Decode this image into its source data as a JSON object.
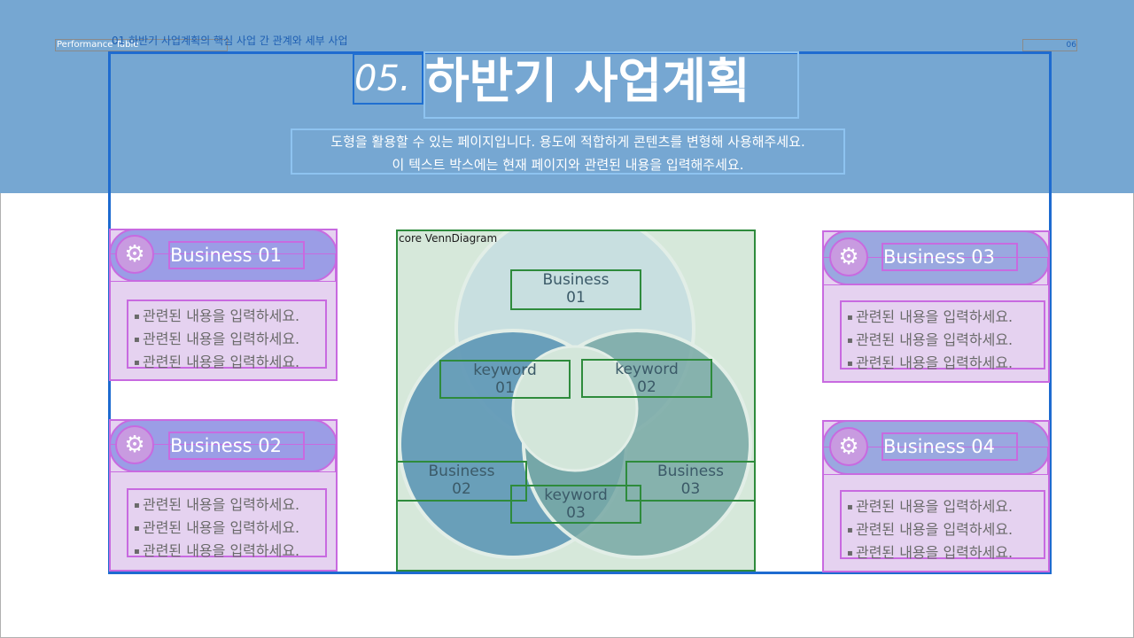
{
  "header": {
    "small_tab": "Performance Table",
    "top_title": "01 하반기 사업계획의 핵심 사업 간 관계와 세부 사업",
    "page_number": "06",
    "section_number": "05.",
    "section_title": "하반기 사업계획",
    "description_line1": "도형을 활용할 수 있는 페이지입니다. 용도에 적합하게 콘텐츠를 변형해 사용해주세요.",
    "description_line2": "이 텍스트 박스에는 현재 페이지와 관련된 내용을 입력해주세요."
  },
  "cards": [
    {
      "label": "Business 01",
      "items": [
        "관련된 내용을 입력하세요.",
        "관련된 내용을 입력하세요.",
        "관련된 내용을 입력하세요."
      ]
    },
    {
      "label": "Business 02",
      "items": [
        "관련된 내용을 입력하세요.",
        "관련된 내용을 입력하세요.",
        "관련된 내용을 입력하세요."
      ]
    },
    {
      "label": "Business 03",
      "items": [
        "관련된 내용을 입력하세요.",
        "관련된 내용을 입력하세요.",
        "관련된 내용을 입력하세요."
      ]
    },
    {
      "label": "Business 04",
      "items": [
        "관련된 내용을 입력하세요.",
        "관련된 내용을 입력하세요.",
        "관련된 내용을 입력하세요."
      ]
    }
  ],
  "venn": {
    "title": "core VennDiagram",
    "business01": [
      "Business",
      "01"
    ],
    "business02": [
      "Business",
      "02"
    ],
    "business03": [
      "Business",
      "03"
    ],
    "keyword01": [
      "keyword",
      "01"
    ],
    "keyword02": [
      "keyword",
      "02"
    ],
    "keyword03": [
      "keyword",
      "03"
    ]
  },
  "icons": {
    "card_icon": "gear-icon"
  },
  "colors": {
    "header_bg": "#76a7d2",
    "card_bg": "#e5d2f0",
    "pill": "#9b9de6",
    "venn_blue": "#5f98b6",
    "venn_teal": "#78a8a4"
  }
}
